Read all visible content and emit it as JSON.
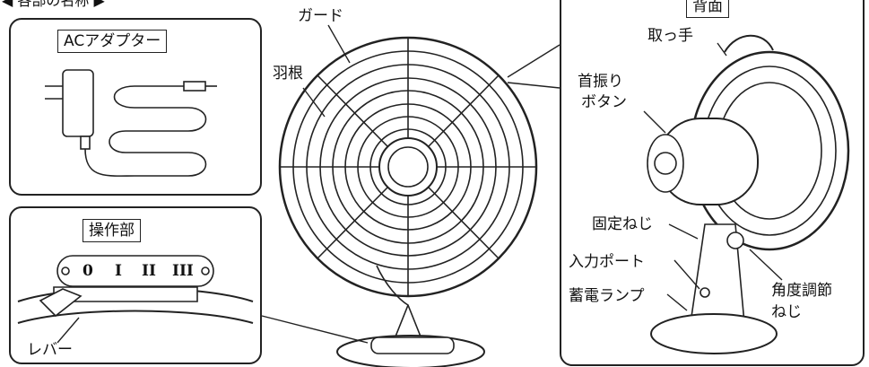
{
  "header": {
    "title": "各部の名称"
  },
  "panels": {
    "adapter": {
      "title": "ACアダプター"
    },
    "control": {
      "title": "操作部",
      "lever_label": "レバー",
      "switch_marks": [
        "0",
        "I",
        "II",
        "III"
      ]
    },
    "back": {
      "title": "背面"
    }
  },
  "callouts": {
    "guard": "ガード",
    "blade": "羽根",
    "handle": "取っ手",
    "swing_button_line1": "首振り",
    "swing_button_line2": "ボタン",
    "fixing_screw": "固定ねじ",
    "input_port": "入力ポート",
    "charge_lamp": "蓄電ランプ",
    "angle_screw_line1": "角度調節",
    "angle_screw_line2": "ねじ"
  }
}
